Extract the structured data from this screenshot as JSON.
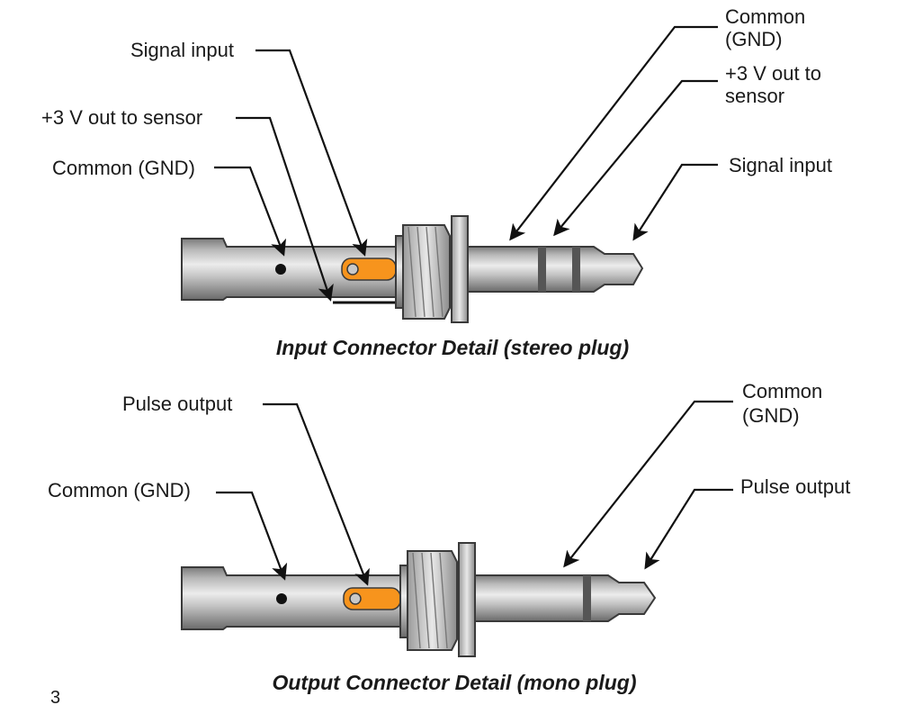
{
  "colors": {
    "barrel_light": "#d8d8d8",
    "barrel_dark": "#6e6e6e",
    "solder_tab": "#f7941d",
    "ring_band": "#555555",
    "outline": "#3a3a3a"
  },
  "icons": {
    "leader_arrow": "arrowhead",
    "solder_lug": "orange-tab-with-hole",
    "thread": "threaded-nut"
  },
  "input_connector": {
    "caption": "Input Connector Detail (stereo plug)",
    "labels": {
      "signal_input_left": "Signal input",
      "v3_left": "+3 V out to sensor",
      "common_left": "Common (GND)",
      "common_right_1": "Common",
      "common_right_2": "(GND)",
      "v3_right_1": "+3 V out to",
      "v3_right_2": "sensor",
      "signal_input_right": "Signal input"
    }
  },
  "output_connector": {
    "caption": "Output Connector Detail (mono plug)",
    "labels": {
      "pulse_output_left": "Pulse output",
      "common_left": "Common (GND)",
      "common_right_1": "Common",
      "common_right_2": "(GND)",
      "pulse_output_right": "Pulse output"
    }
  },
  "page_number": "3"
}
